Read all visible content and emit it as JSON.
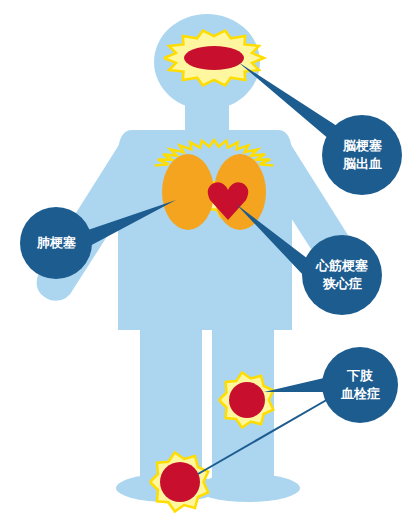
{
  "diagram": {
    "nodes": [
      {
        "text": [
          "脳梗塞 脳出血"
        ]
      },
      {
        "text": [
          "肺梗塞"
        ]
      },
      {
        "text": [
          "心筋梗塞 狭心症"
        ]
      },
      {
        "text": [
          "下肢 血栓症"
        ]
      }
    ]
  }
}
